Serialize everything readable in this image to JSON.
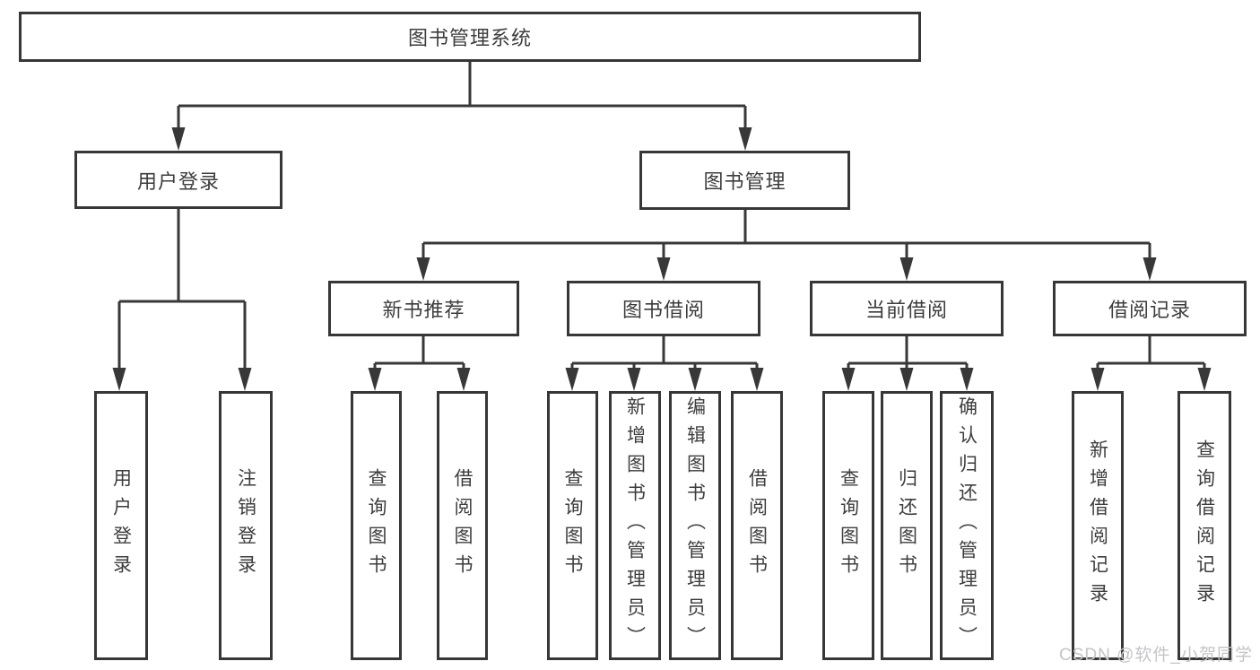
{
  "diagram": {
    "root": {
      "label": "图书管理系统"
    },
    "branches": [
      {
        "label": "用户登录",
        "leaves": [
          "用户登录",
          "注销登录"
        ]
      },
      {
        "label": "图书管理",
        "children": [
          {
            "label": "新书推荐",
            "leaves": [
              "查询图书",
              "借阅图书"
            ]
          },
          {
            "label": "图书借阅",
            "leaves": [
              "查询图书",
              "新增图书（管理员）",
              "编辑图书（管理员）",
              "借阅图书"
            ]
          },
          {
            "label": "当前借阅",
            "leaves": [
              "查询图书",
              "归还图书",
              "确认归还（管理员）"
            ]
          },
          {
            "label": "借阅记录",
            "leaves": [
              "新增借阅记录",
              "查询借阅记录"
            ]
          }
        ]
      }
    ],
    "watermark": "CSDN @软件_小贺同学",
    "colors": {
      "line": "#383838",
      "text": "#3d3d3d",
      "watermark": "#c5c5c8"
    }
  }
}
